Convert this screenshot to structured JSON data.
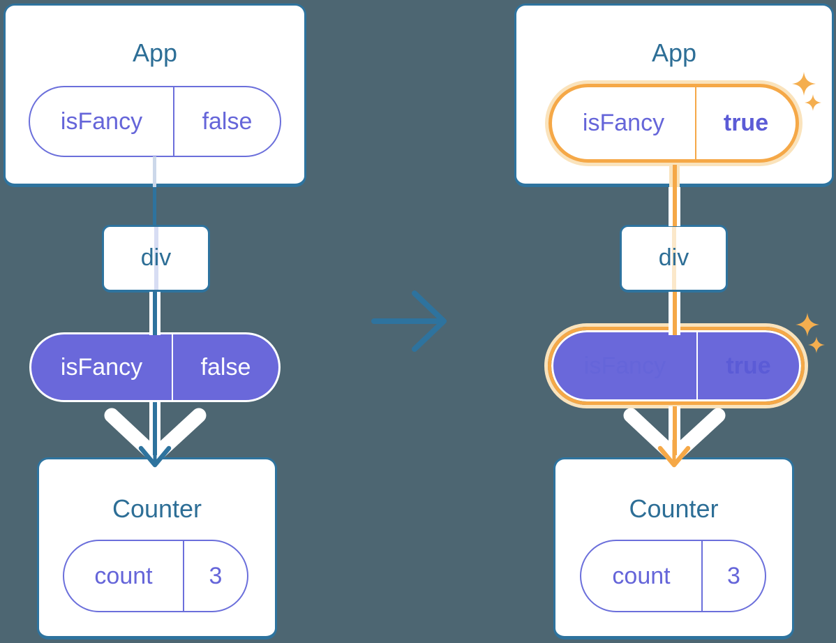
{
  "colors": {
    "bg": "#4D6672",
    "stroke": "#2E739E",
    "title": "#2D6E96",
    "purple": "#6A68DA",
    "purple-line": "#6B6FDB",
    "purple-text": "#6565D9",
    "purple-bold": "#5B5BD6",
    "orange": "#F5A847",
    "halo": "#FAE3BC",
    "sparkle": "#F4AE4F"
  },
  "before": {
    "app_card": {
      "title": "App",
      "prop_pill": {
        "key": "isFancy",
        "value": "false"
      }
    },
    "div_node": {
      "label": "div"
    },
    "passed_prop_pill": {
      "key": "isFancy",
      "value": "false"
    },
    "counter_card": {
      "title": "Counter",
      "state_pill": {
        "key": "count",
        "value": "3"
      }
    }
  },
  "after": {
    "app_card": {
      "title": "App",
      "prop_pill": {
        "key": "isFancy",
        "value": "true"
      }
    },
    "div_node": {
      "label": "div"
    },
    "passed_prop_pill": {
      "key": "isFancy",
      "value": "true"
    },
    "counter_card": {
      "title": "Counter",
      "state_pill": {
        "key": "count",
        "value": "3"
      }
    }
  }
}
